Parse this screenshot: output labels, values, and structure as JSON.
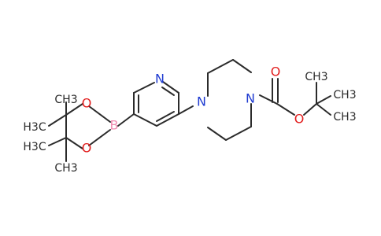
{
  "colors": {
    "bond": "#2b2b2b",
    "carbon_text": "#2b2b2b",
    "nitrogen": "#1f3bd1",
    "oxygen": "#e21d1d",
    "boron": "#f08cb0"
  },
  "labels": {
    "pyridine_n": "N",
    "piperazine_n1": "N",
    "piperazine_n2": "N",
    "carbonyl_o": "O",
    "ester_o": "O",
    "boron": "B",
    "dioxa_o_top": "O",
    "dioxa_o_bottom": "O",
    "methyl_1": "CH3",
    "methyl_2": "H3C",
    "methyl_3": "H3C",
    "methyl_4": "CH3",
    "methyl_5": "CH3",
    "methyl_6": "CH3",
    "methyl_7": "CH3"
  }
}
